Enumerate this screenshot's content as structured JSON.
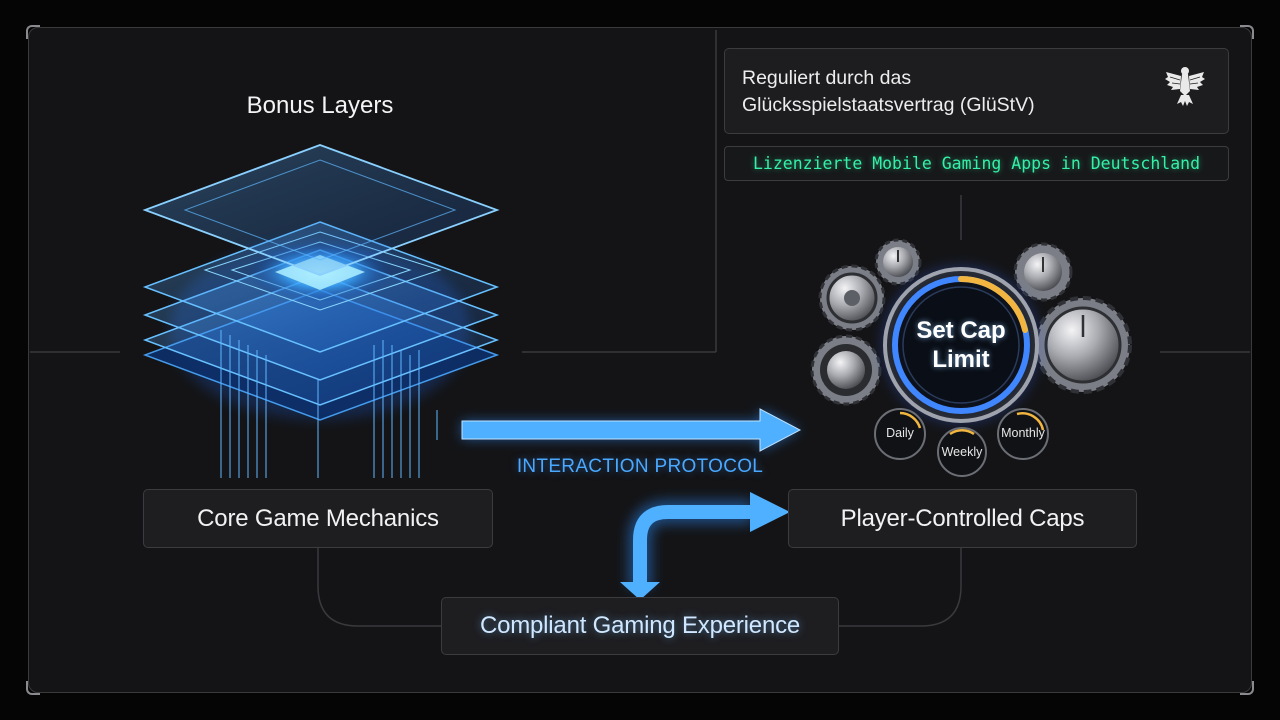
{
  "diagram": {
    "bonus_layers_label": "Bonus Layers",
    "core_mechanics_label": "Core Game Mechanics",
    "interaction_protocol_label": "INTERACTION PROTOCOL",
    "player_caps_label": "Player-Controlled Caps",
    "compliant_label": "Compliant Gaming Experience"
  },
  "regulation": {
    "line1": "Reguliert durch das",
    "line2": "Glücksspielstaatsvertrag (GlüStV)",
    "emblem_icon": "federal-eagle-icon"
  },
  "license_banner": "Lizenzierte Mobile Gaming Apps in Deutschland",
  "cap_control": {
    "center_line1": "Set Cap",
    "center_line2": "Limit",
    "dials": [
      {
        "label": "Daily"
      },
      {
        "label": "Weekly"
      },
      {
        "label": "Monthly"
      }
    ]
  },
  "colors": {
    "background": "#050505",
    "panel": "#141416",
    "accent_blue": "#4aa8ff",
    "accent_green": "#34f0a8",
    "accent_gold": "#f2b640"
  }
}
